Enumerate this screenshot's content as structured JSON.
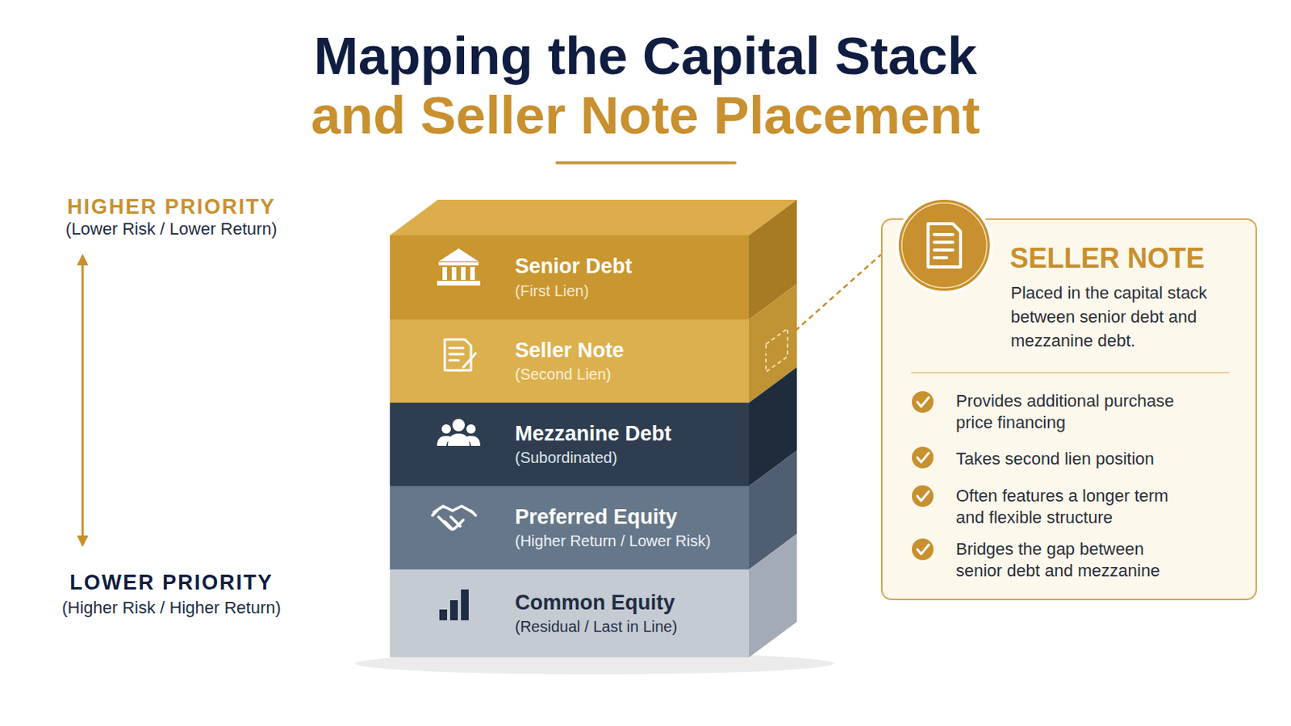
{
  "diagram": {
    "title": "Mapping the Capital Stack",
    "nodes": [
      {
        "text": [
          "Senior Debt",
          "(First Lien)"
        ]
      },
      {
        "text": [
          "Seller Note",
          "(Second Lien)"
        ]
      },
      {
        "text": [
          "Mezzanine Debt",
          "(Subordinated)"
        ]
      },
      {
        "text": [
          "Preferred Equity",
          "(Higher Return / Lower Risk)"
        ]
      },
      {
        "text": [
          "Common Equity",
          "(Residual / Last in Line)"
        ]
      },
      {
        "text": [
          "SELLER NOTE",
          "Placed in the capital stack between senior debt and mezzanine debt.",
          "Provides additional purchase price financing",
          "Takes second lien position",
          "Often features a longer term and flexible structure",
          "Bridges the gap between senior debt and mezzanine"
        ]
      }
    ],
    "edges": [
      {
        "from": 1,
        "to": 5,
        "arrow": "none"
      }
    ],
    "labels": [
      "and Seller Note Placement",
      "HIGHER PRIORITY",
      "(Lower Risk / Lower Return)",
      "LOWER PRIORITY",
      "(Higher Risk / Higher Return)"
    ]
  }
}
